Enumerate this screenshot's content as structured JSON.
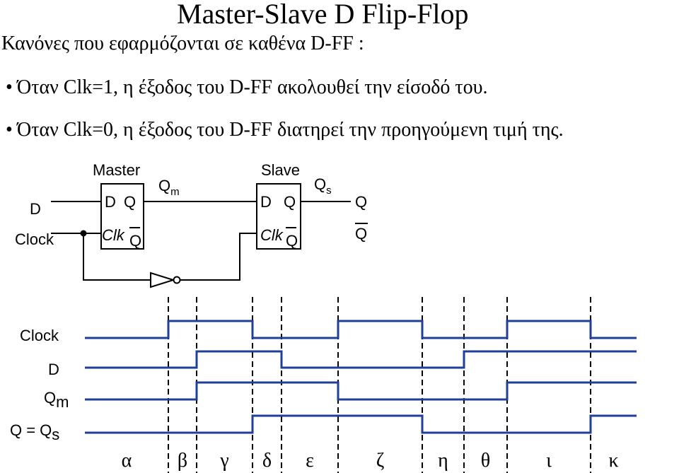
{
  "title": "Master-Slave D Flip-Flop",
  "subtitle": "Κανόνες που εφαρμόζονται σε καθένα D-FF :",
  "rules": [
    "Όταν Clk=1, η έξοδος του D-FF ακολουθεί την είσοδό του.",
    "Όταν Clk=0, η έξοδος του D-FF διατηρεί την προηγούμενη τιμή της."
  ],
  "circuit": {
    "master_label": "Master",
    "slave_label": "Slave",
    "input_d": "D",
    "input_clock": "Clock",
    "pin_d": "D",
    "pin_q": "Q",
    "pin_clk": "Clk",
    "pin_qbar": "Q",
    "qm_main": "Q",
    "qm_sub": "m",
    "qs_main": "Q",
    "qs_sub": "s",
    "out_q": "Q",
    "out_qbar": "Q"
  },
  "timing": {
    "signals": [
      {
        "key": "clock",
        "label": "Clock",
        "sub": ""
      },
      {
        "key": "d",
        "label": "D",
        "sub": ""
      },
      {
        "key": "qm",
        "label": "Q",
        "sub": "m"
      },
      {
        "key": "qs",
        "label": "Q  =  Q",
        "sub": "s"
      }
    ],
    "intervals": [
      "α",
      "β",
      "γ",
      "δ",
      "ε",
      "ζ",
      "η",
      "θ",
      "ι",
      "κ"
    ],
    "levels": {
      "clock": [
        0,
        1,
        1,
        0,
        0,
        1,
        0,
        0,
        1,
        0
      ],
      "d": [
        0,
        0,
        1,
        1,
        0,
        0,
        0,
        1,
        1,
        1
      ],
      "qm": [
        0,
        0,
        1,
        1,
        1,
        0,
        0,
        0,
        1,
        1
      ],
      "qs": [
        0,
        0,
        0,
        1,
        1,
        1,
        0,
        0,
        0,
        1
      ]
    },
    "wave_color": "#1f3f98"
  }
}
